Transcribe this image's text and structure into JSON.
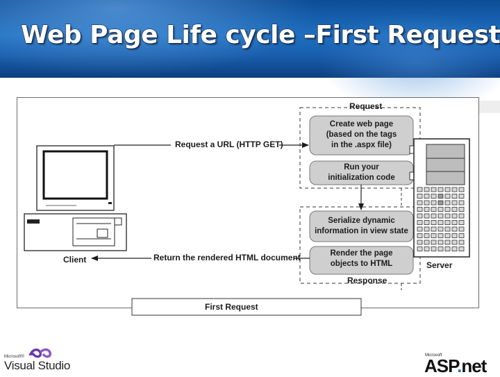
{
  "slide": {
    "title": "Web Page Life cycle –First Request"
  },
  "diagram": {
    "request_label": "Request",
    "response_label": "Response",
    "server_label": "Server",
    "client_label": "Client",
    "request_arrow_label": "Request a URL (HTTP GET)",
    "return_arrow_label": "Return the rendered HTML document",
    "caption": "First Request",
    "steps": [
      "Create web page\n(based on the tags\nin the .aspx file)",
      "Run your\ninitialization code",
      "Serialize dynamic\ninformation in view state",
      "Render the page\nobjects to HTML"
    ]
  },
  "logos": {
    "vs_small": "Microsoft®",
    "vs_name": "Visual Studio",
    "asp_ms": "Microsoft",
    "asp_name": "ASP",
    "asp_dot": ".",
    "asp_net": "net"
  },
  "colors": {
    "banner": "#1a5fae",
    "box_fill": "#cfcfcf",
    "server_fill": "#bdbdbd"
  }
}
